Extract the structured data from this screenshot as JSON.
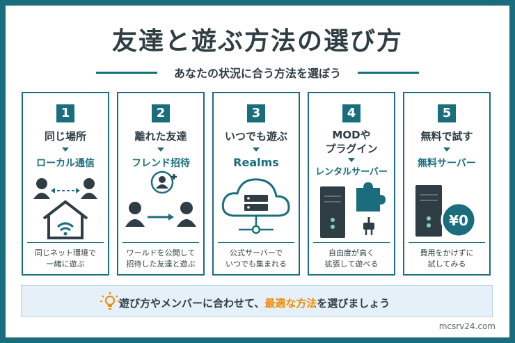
{
  "title": "友達と遊ぶ方法の選び方",
  "subtitle": "あなたの状況に合う方法を選ぼう",
  "cards": [
    {
      "num": "1",
      "heading": "同じ場所",
      "method": "ローカル通信",
      "desc1": "同じネット環境で",
      "desc2": "一緒に遊ぶ"
    },
    {
      "num": "2",
      "heading": "離れた友達",
      "method": "フレンド招待",
      "desc1": "ワールドを公開して",
      "desc2": "招待した友達と遊ぶ"
    },
    {
      "num": "3",
      "heading": "いつでも遊ぶ",
      "method": "Realms",
      "desc1": "公式サーバーで",
      "desc2": "いつでも集まれる"
    },
    {
      "num": "4",
      "heading1": "MODや",
      "heading2": "プラグイン",
      "method": "レンタルサーバー",
      "desc1": "自由度が高く",
      "desc2": "拡張して遊べる"
    },
    {
      "num": "5",
      "heading": "無料で試す",
      "method": "無料サーバー",
      "desc1": "費用をかけずに",
      "desc2": "試してみる",
      "price": "¥0"
    }
  ],
  "bottom": {
    "pre": "遊び方やメンバーに合わせて、",
    "highlight": "最適な方法",
    "post": "を選びましょう"
  },
  "site": "mcsrv24.com"
}
